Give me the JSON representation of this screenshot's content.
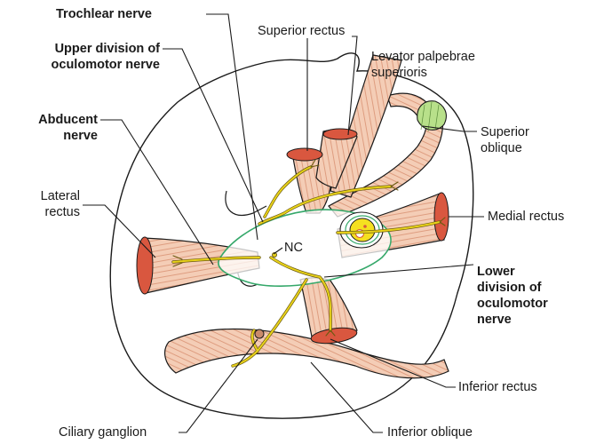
{
  "labels": {
    "trochlear": "Trochlear nerve",
    "upper_div_1": "Upper division of",
    "upper_div_2": "oculomotor nerve",
    "abducent_1": "Abducent",
    "abducent_2": "nerve",
    "lateral_1": "Lateral",
    "lateral_2": "rectus",
    "superior_rectus": "Superior rectus",
    "levator_1": "Levator palpebrae",
    "levator_2": "superioris",
    "sup_oblique_1": "Superior",
    "sup_oblique_2": "oblique",
    "medial_rectus": "Medial rectus",
    "nc": "NC",
    "lower_div_1": "Lower",
    "lower_div_2": "division of",
    "lower_div_3": "oculomotor",
    "lower_div_4": "nerve",
    "inferior_rectus": "Inferior rectus",
    "ciliary": "Ciliary ganglion",
    "inferior_oblique": "Inferior oblique"
  },
  "colors": {
    "outline": "#1a1a1a",
    "muscle_fill": "#f2c4ac",
    "muscle_stripe": "#d98f6e",
    "tendon_end": "#d9573f",
    "nerve": "#e8d21a",
    "nerve_outline": "#6b5a10",
    "annulus": "#35a86a",
    "trochlea": "#b8e08a",
    "optic_nerve": "#f5e020"
  }
}
